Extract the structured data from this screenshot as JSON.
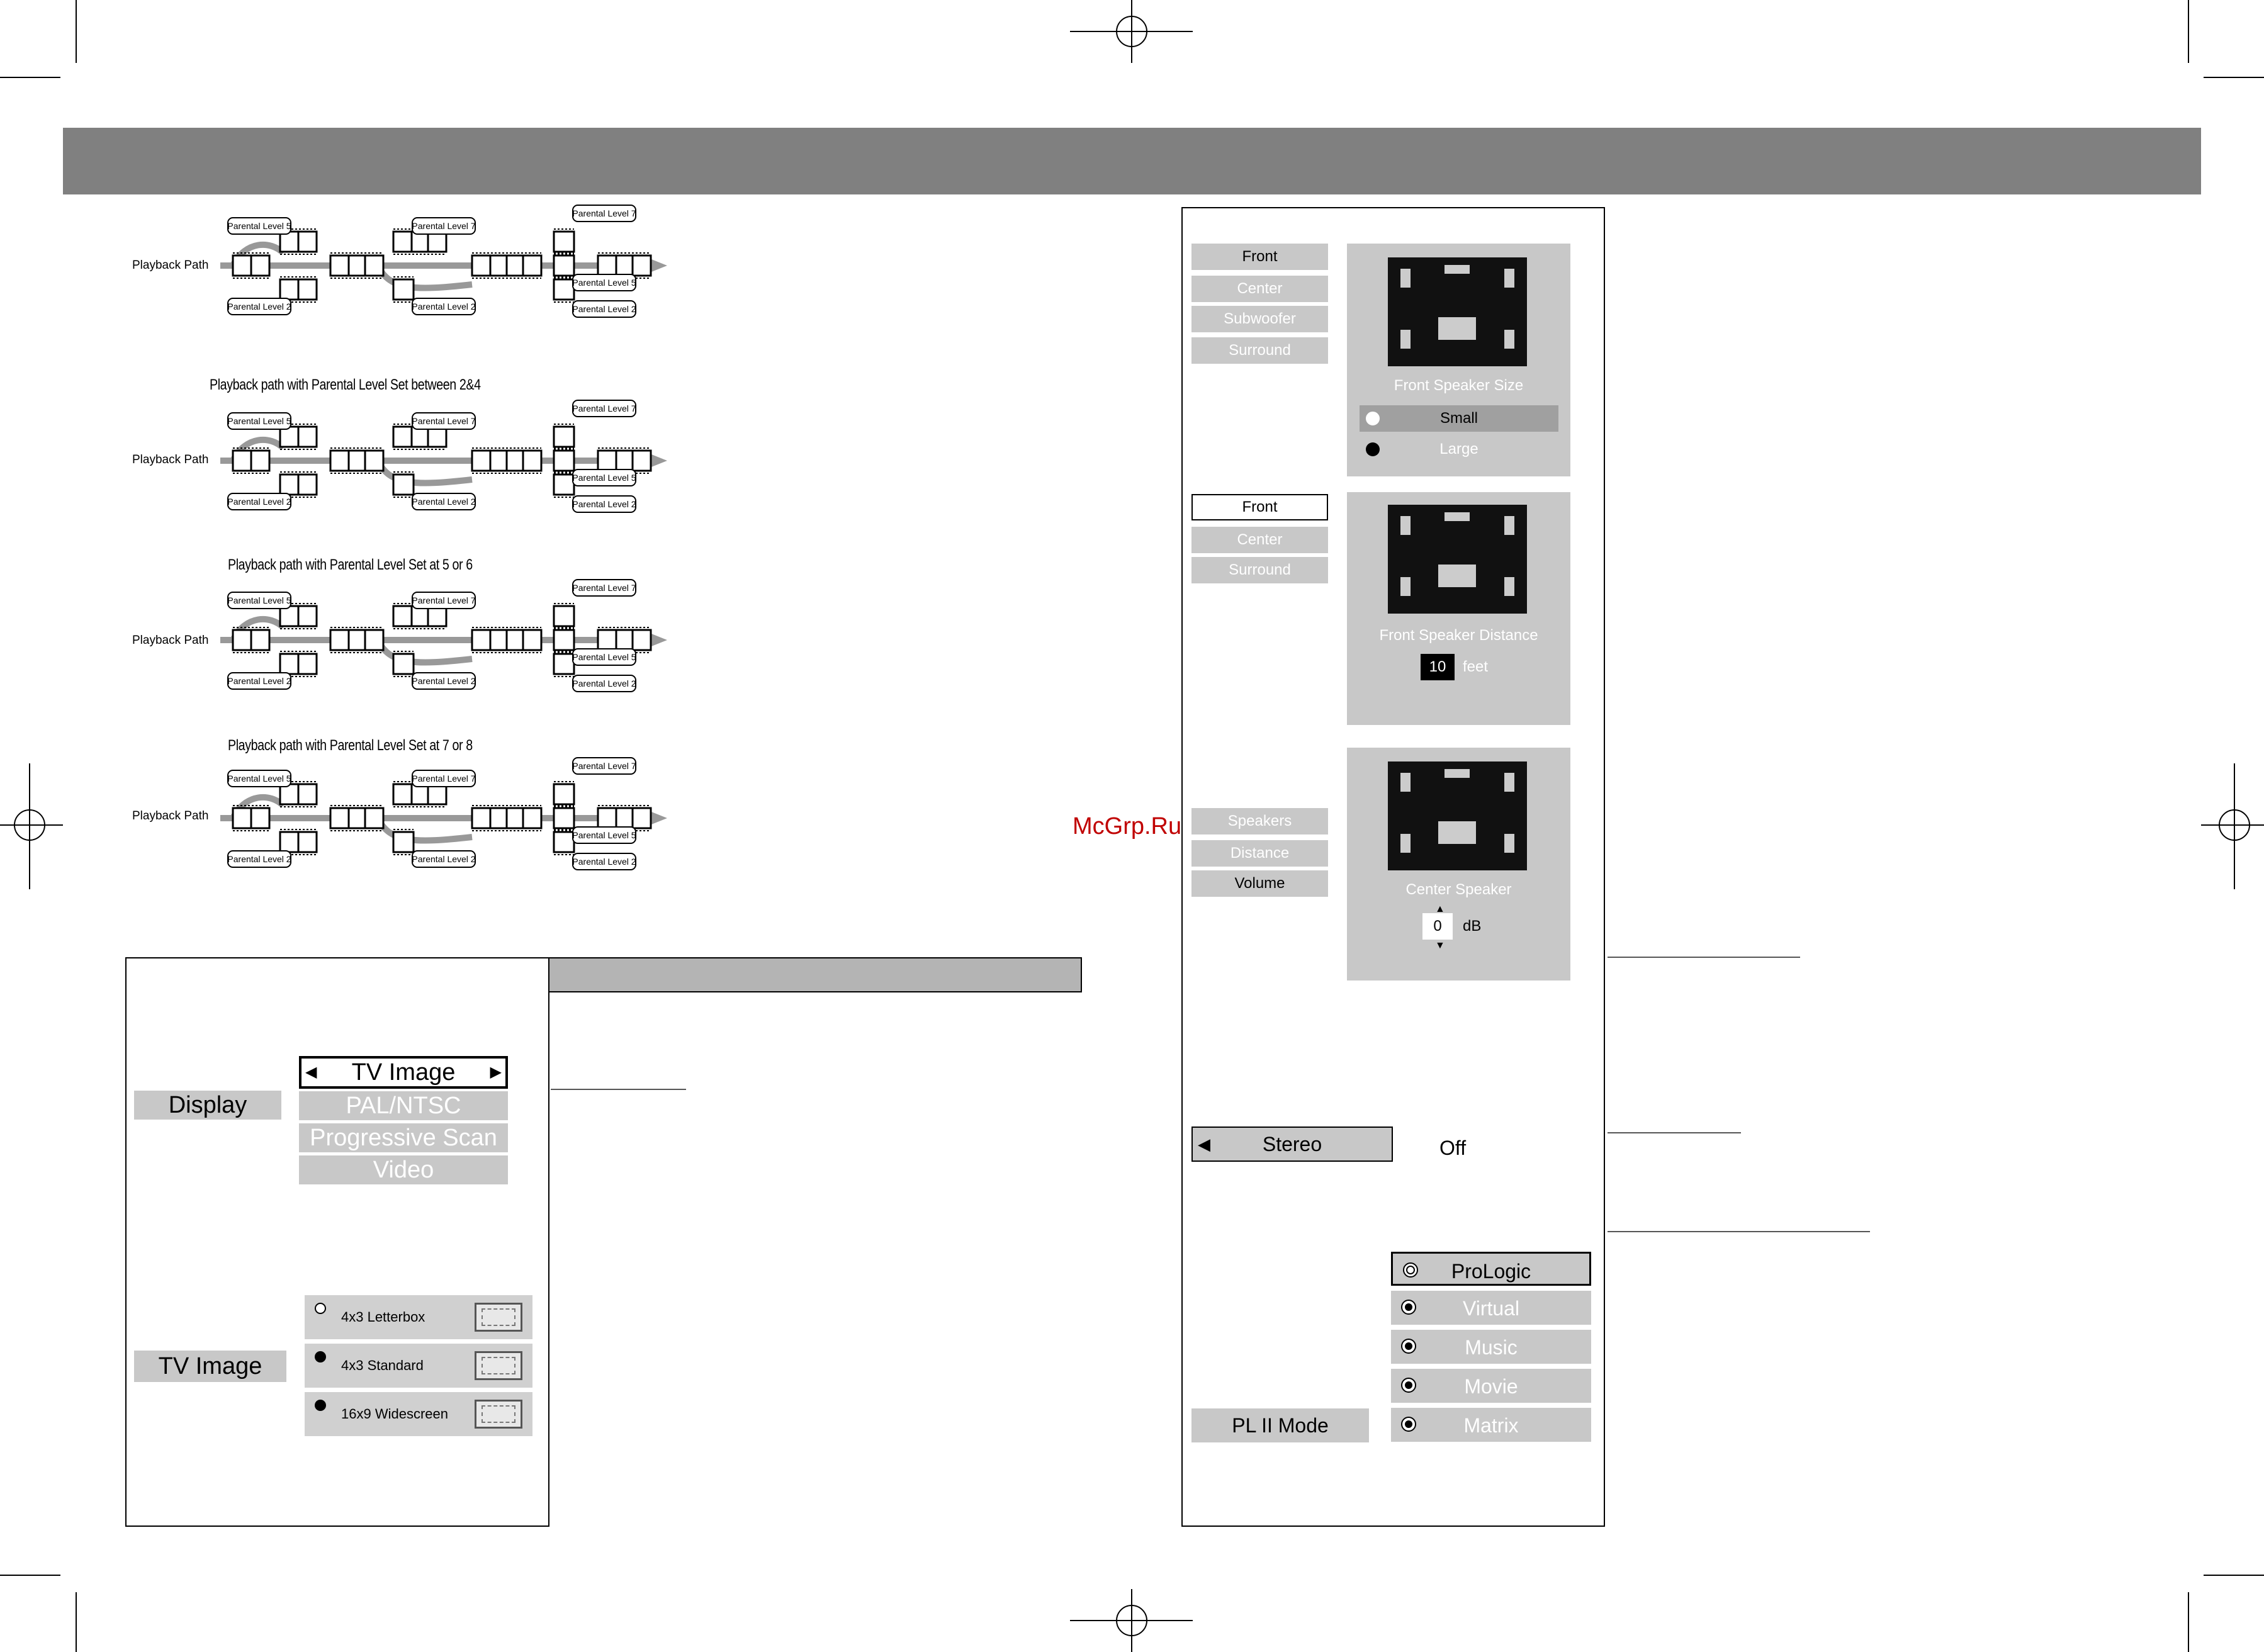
{
  "playback": {
    "path_label": "Playback Path",
    "titles": [
      "Playback path with Parental Level Set between 2&4",
      "Playback path with Parental Level Set at 5 or 6",
      "Playback path with Parental Level Set at 7 or 8"
    ],
    "tags": {
      "level_5": "Parental Level 5",
      "level_2": "Parental Level 2",
      "level_7": "Parental Level 7"
    }
  },
  "display_panel": {
    "display_label": "Display",
    "menu": [
      "TV Image",
      "PAL/NTSC",
      "Progressive Scan",
      "Video"
    ],
    "tv_image_label": "TV Image",
    "aspect_options": [
      "4x3 Letterbox",
      "4x3 Standard",
      "16x9 Widescreen"
    ]
  },
  "audio_panel": {
    "size_menu": [
      "Front",
      "Center",
      "Subwoofer",
      "Surround"
    ],
    "size_caption": "Front Speaker Size",
    "size_options": [
      "Small",
      "Large"
    ],
    "distance_menu": [
      "Front",
      "Center",
      "Surround"
    ],
    "distance_caption": "Front Speaker Distance",
    "distance_value": "10",
    "distance_unit": "feet",
    "volume_menu": [
      "Speakers",
      "Distance",
      "Volume"
    ],
    "volume_caption": "Center Speaker",
    "volume_value": "0",
    "volume_unit": "dB",
    "stereo_label": "Stereo",
    "stereo_value": "Off",
    "pl2_label": "PL II Mode",
    "pl2_options": [
      "ProLogic",
      "Virtual",
      "Music",
      "Movie",
      "Matrix"
    ]
  },
  "watermark": "McGrp.Ru"
}
